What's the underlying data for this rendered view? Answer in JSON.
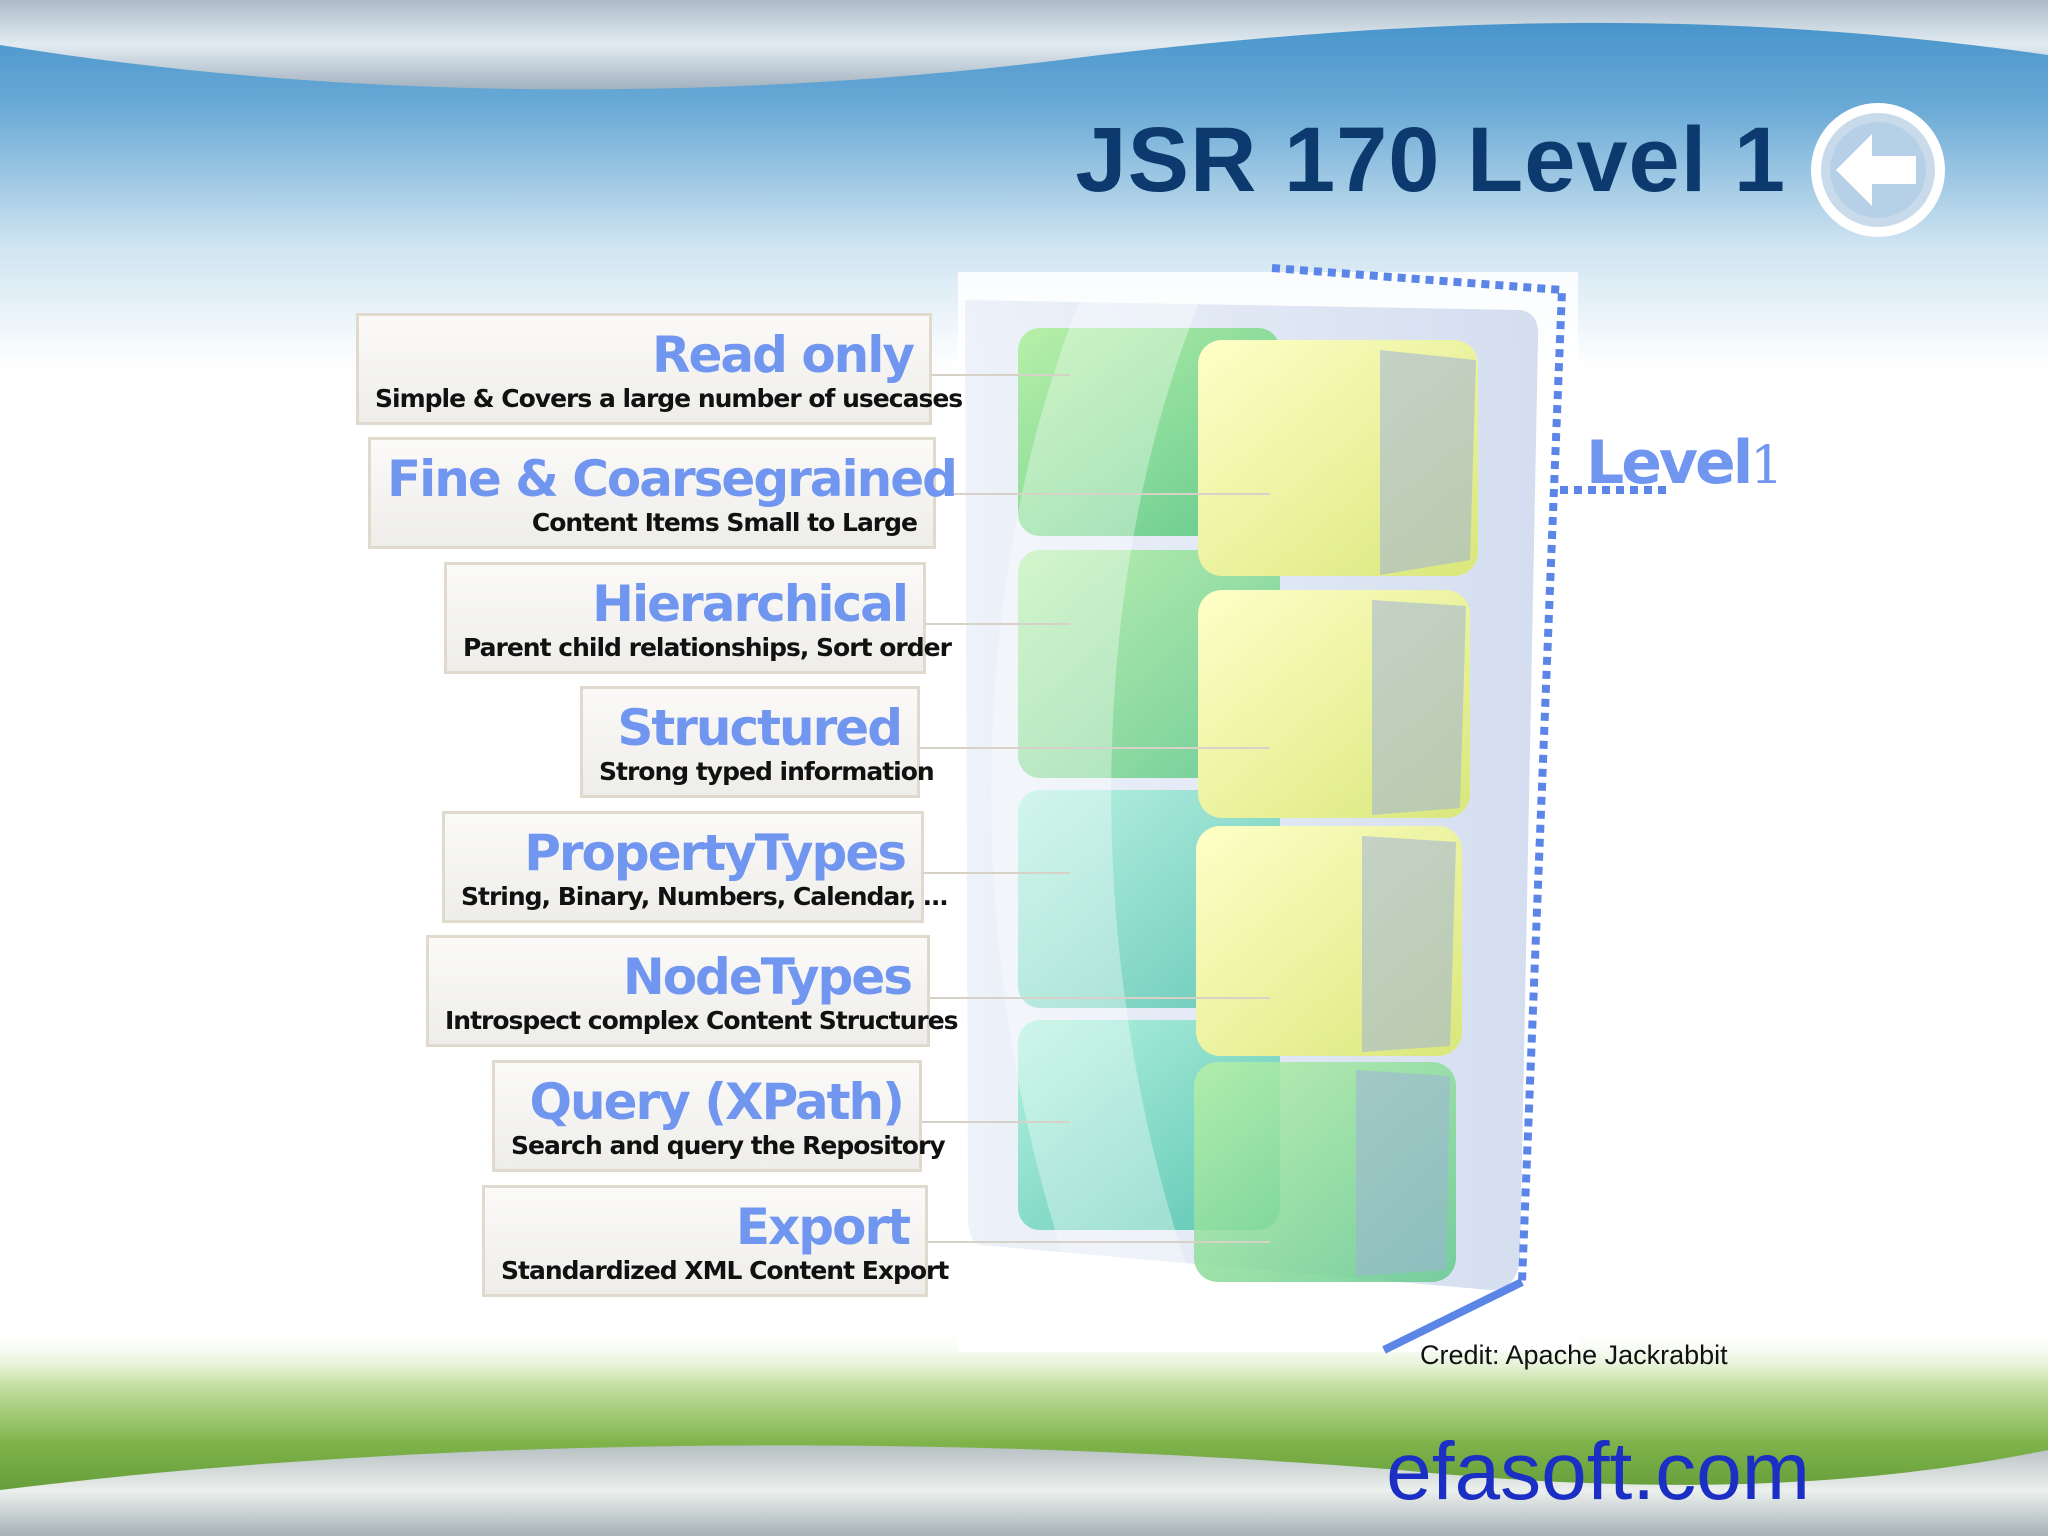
{
  "slide": {
    "title": "JSR 170 Level 1",
    "back_button_icon": "back-arrow-icon",
    "level_label_text": "Level",
    "level_label_number": "1",
    "credit": "Credit: Apache Jackrabbit",
    "brand": "efasoft.com"
  },
  "features": [
    {
      "title": "Read only",
      "subtitle": "Simple & Covers a large number of usecases"
    },
    {
      "title": "Fine & Coarsegrained",
      "subtitle": "Content Items Small to Large"
    },
    {
      "title": "Hierarchical",
      "subtitle": "Parent child relationships, Sort order"
    },
    {
      "title": "Structured",
      "subtitle": "Strong typed information"
    },
    {
      "title": "PropertyTypes",
      "subtitle": "String, Binary, Numbers, Calendar, …"
    },
    {
      "title": "NodeTypes",
      "subtitle": "Introspect complex Content Structures"
    },
    {
      "title": "Query (XPath)",
      "subtitle": "Search and query the Repository"
    },
    {
      "title": "Export",
      "subtitle": "Standardized XML Content Export"
    }
  ],
  "colors": {
    "title": "#0d3a6e",
    "feature_title": "#7096f0",
    "brand": "#1c2fc4",
    "bracket": "#5b86e8"
  }
}
